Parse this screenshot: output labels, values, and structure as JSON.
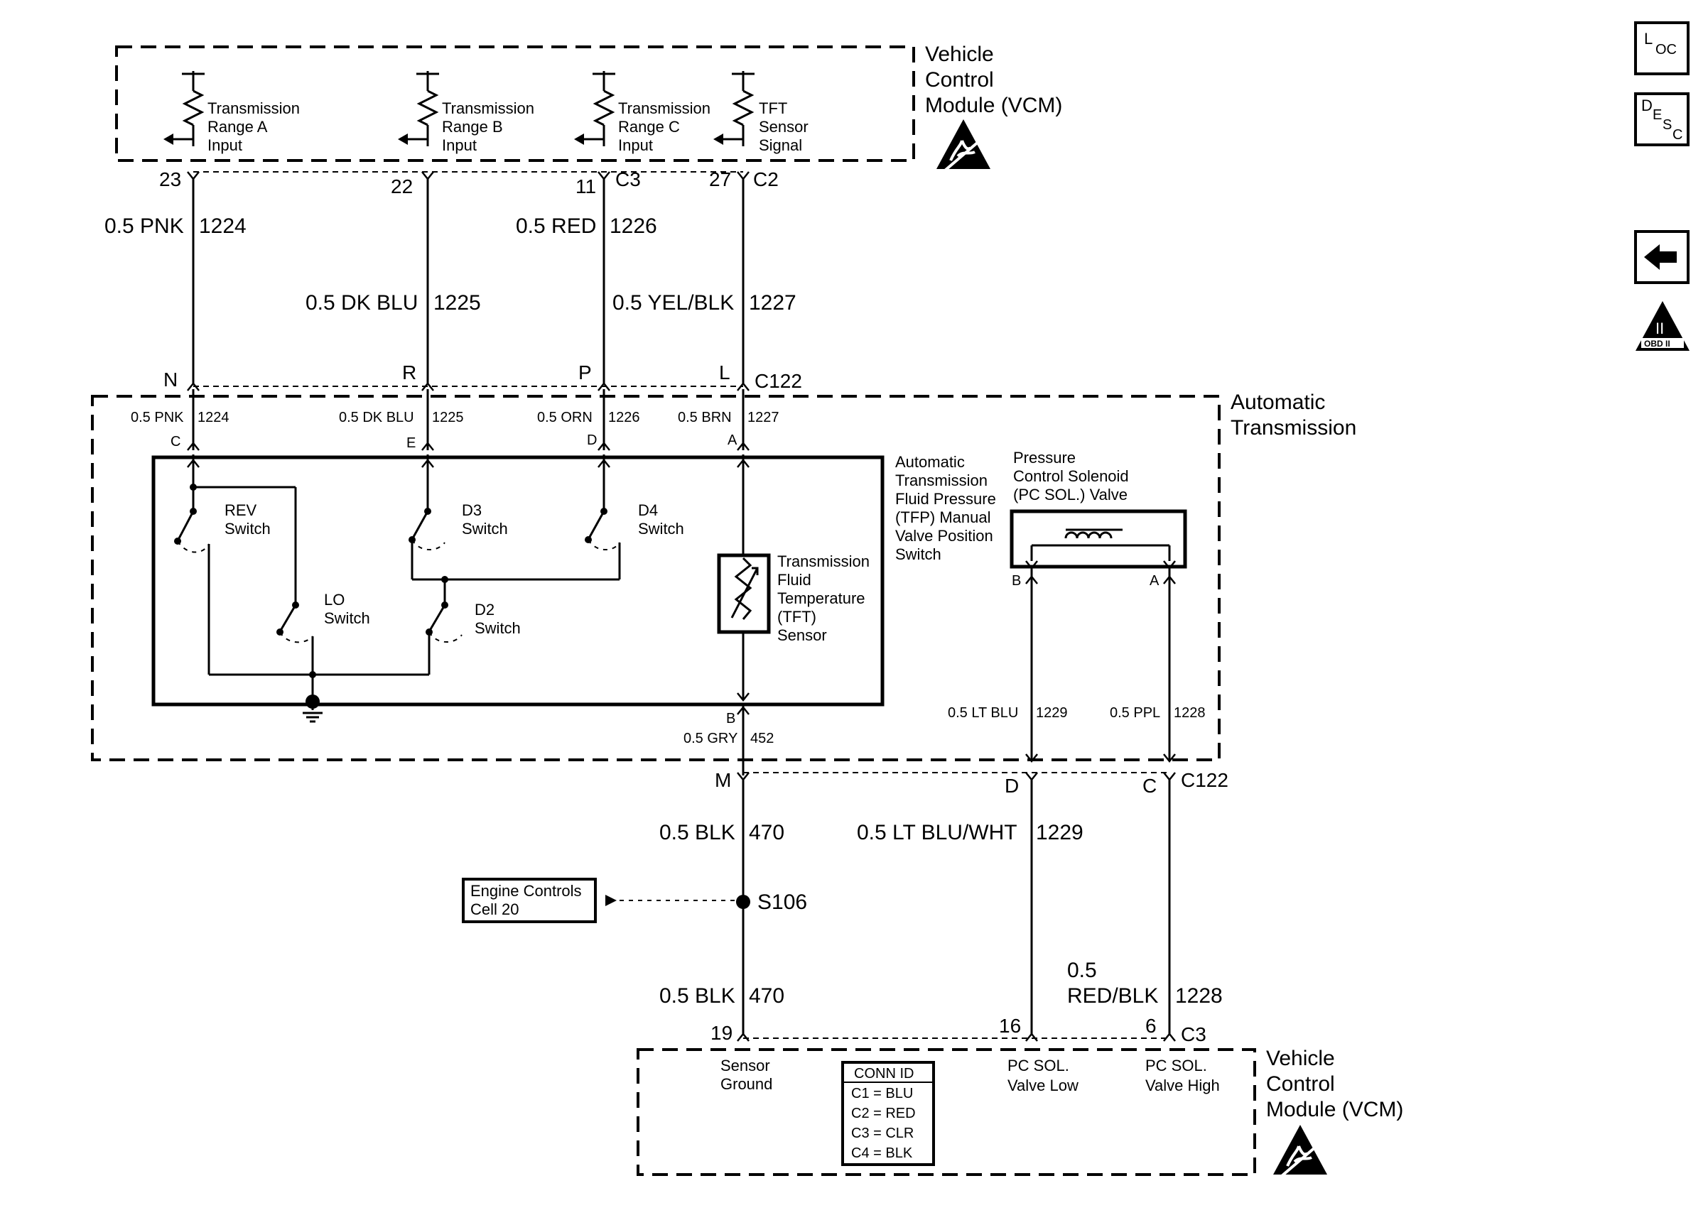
{
  "nav": {
    "loc_icon": "loc-icon",
    "desc_icon": "desc-icon",
    "back_icon": "left-arrow-icon",
    "obd_icon": "obd-ii-icon",
    "loc_text": {
      "big": "L",
      "small": "OC"
    },
    "desc_text": {
      "big": "D",
      "small1": "E",
      "small2": "S",
      "small3": "C"
    },
    "obd_label": "OBD II",
    "obd_numeral": "II"
  },
  "vcm_top": {
    "label": [
      "Vehicle",
      "Control",
      "Module (VCM)"
    ],
    "inputs": [
      {
        "lines": [
          "Transmission",
          "Range A",
          "Input"
        ],
        "pin": "23",
        "wire": "0.5 PNK",
        "circuit": "1224"
      },
      {
        "lines": [
          "Transmission",
          "Range B",
          "Input"
        ],
        "pin": "22",
        "wire": "0.5 DK BLU",
        "circuit": "1225"
      },
      {
        "lines": [
          "Transmission",
          "Range C",
          "Input"
        ],
        "pin": "11",
        "conn": "C3",
        "wire": "0.5 RED",
        "circuit": "1226"
      },
      {
        "lines": [
          "TFT",
          "Sensor",
          "Signal"
        ],
        "pin": "27",
        "conn": "C2",
        "wire": "0.5 YEL/BLK",
        "circuit": "1227"
      }
    ]
  },
  "c122_top": {
    "pins": [
      "N",
      "R",
      "P",
      "L"
    ],
    "name": "C122"
  },
  "trans": {
    "label": [
      "Automatic",
      "Transmission"
    ],
    "inner_wires": [
      {
        "wire": "0.5 PNK",
        "circuit": "1224",
        "pin": "C"
      },
      {
        "wire": "0.5 DK BLU",
        "circuit": "1225",
        "pin": "E"
      },
      {
        "wire": "0.5 ORN",
        "circuit": "1226",
        "pin": "D"
      },
      {
        "wire": "0.5 BRN",
        "circuit": "1227",
        "pin": "A"
      }
    ],
    "tfp_label": [
      "Automatic",
      "Transmission",
      "Fluid Pressure",
      "(TFP) Manual",
      "Valve Position",
      "Switch"
    ],
    "switches": {
      "rev": [
        "REV",
        "Switch"
      ],
      "d3": [
        "D3",
        "Switch"
      ],
      "d4": [
        "D4",
        "Switch"
      ],
      "lo": [
        "LO",
        "Switch"
      ],
      "d2": [
        "D2",
        "Switch"
      ]
    },
    "tft_label": [
      "Transmission",
      "Fluid",
      "Temperature",
      "(TFT)",
      "Sensor"
    ],
    "tft_pin": "B",
    "tft_wire": "0.5 GRY",
    "tft_circuit": "452",
    "pcs_label": [
      "Pressure",
      "Control Solenoid",
      "(PC SOL.) Valve"
    ],
    "pcs_pins": [
      "B",
      "A"
    ],
    "pcs_wires": [
      {
        "wire": "0.5 LT BLU",
        "circuit": "1229"
      },
      {
        "wire": "0.5 PPL",
        "circuit": "1228"
      }
    ]
  },
  "c122_bottom": {
    "pins": [
      "M",
      "D",
      "C"
    ],
    "name": "C122"
  },
  "lower": {
    "blk1_wire": "0.5 BLK",
    "blk1_circuit": "470",
    "ltblu_wire": "0.5 LT BLU/WHT",
    "ltblu_circuit": "1229",
    "splice": "S106",
    "engine_ref": [
      "Engine Controls",
      "Cell 20"
    ],
    "blk2_wire": "0.5 BLK",
    "blk2_circuit": "470",
    "redblk_wire": [
      "0.5",
      "RED/BLK"
    ],
    "redblk_circuit": "1228"
  },
  "vcm_bottom": {
    "label": [
      "Vehicle",
      "Control",
      "Module (VCM)"
    ],
    "pins": [
      "19",
      "16",
      "6"
    ],
    "conn": "C3",
    "sensor_ground": [
      "Sensor",
      "Ground"
    ],
    "pc_low": [
      "PC SOL.",
      "Valve Low"
    ],
    "pc_high": [
      "PC SOL.",
      "Valve High"
    ],
    "conn_id": {
      "title": "CONN ID",
      "rows": [
        "C1 = BLU",
        "C2 = RED",
        "C3 = CLR",
        "C4 = BLK"
      ]
    }
  },
  "esd_icon": "esd-sensitive-icon"
}
